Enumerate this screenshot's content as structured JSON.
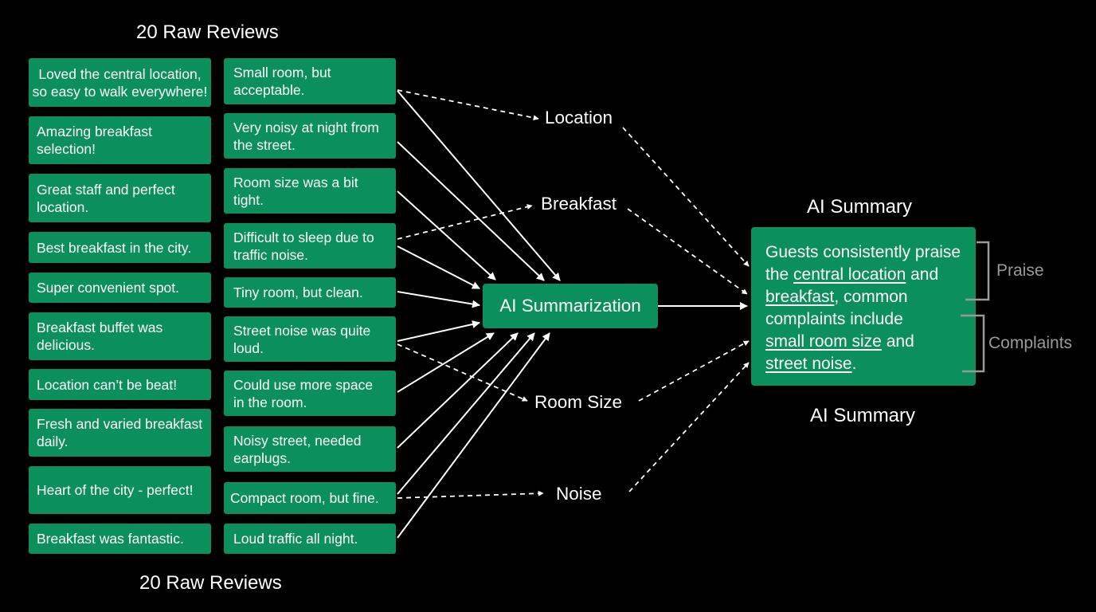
{
  "headings": {
    "raw_top": "20 Raw Reviews",
    "raw_bottom": "20 Raw Reviews",
    "summary_top": "AI Summary",
    "summary_bottom": "AI Summary"
  },
  "reviews": {
    "left": [
      "Loved the central location, so easy to walk everywhere!",
      "Amazing breakfast selection!",
      "Great staff and perfect location.",
      "Best breakfast in the city.",
      "Super convenient spot.",
      "Breakfast buffet was delicious.",
      "Location can’t be beat!",
      "Fresh and varied breakfast daily.",
      "Heart of the city - perfect!",
      "Breakfast was fantastic."
    ],
    "right": [
      "Small room, but acceptable.",
      "Very noisy at night from the street.",
      "Room size was a bit tight.",
      "Difficult to sleep due to traffic noise.",
      "Tiny room, but clean.",
      "Street noise was quite loud.",
      "Could use more space in the room.",
      "Noisy street, needed earplugs.",
      "Compact room, but fine.",
      "Loud traffic all night."
    ]
  },
  "topics": {
    "location": "Location",
    "breakfast": "Breakfast",
    "room_size": "Room Size",
    "noise": "Noise"
  },
  "ai_summarization": "AI Summarization",
  "summary": {
    "l1": "Guests consistently praise",
    "l2a": "the ",
    "l2b": "central location",
    "l2c": " and",
    "l3a": "breakfast",
    "l3b": ", common",
    "l4": "complaints include",
    "l5a": "small room size",
    "l5b": " and",
    "l6a": "street noise",
    "l6b": "."
  },
  "brace_labels": {
    "praise": "Praise",
    "complaints": "Complaints"
  },
  "colors": {
    "box": "#0b8f5c",
    "background": "#000000",
    "brace": "#9a9a9a",
    "text": "#ffffff"
  }
}
